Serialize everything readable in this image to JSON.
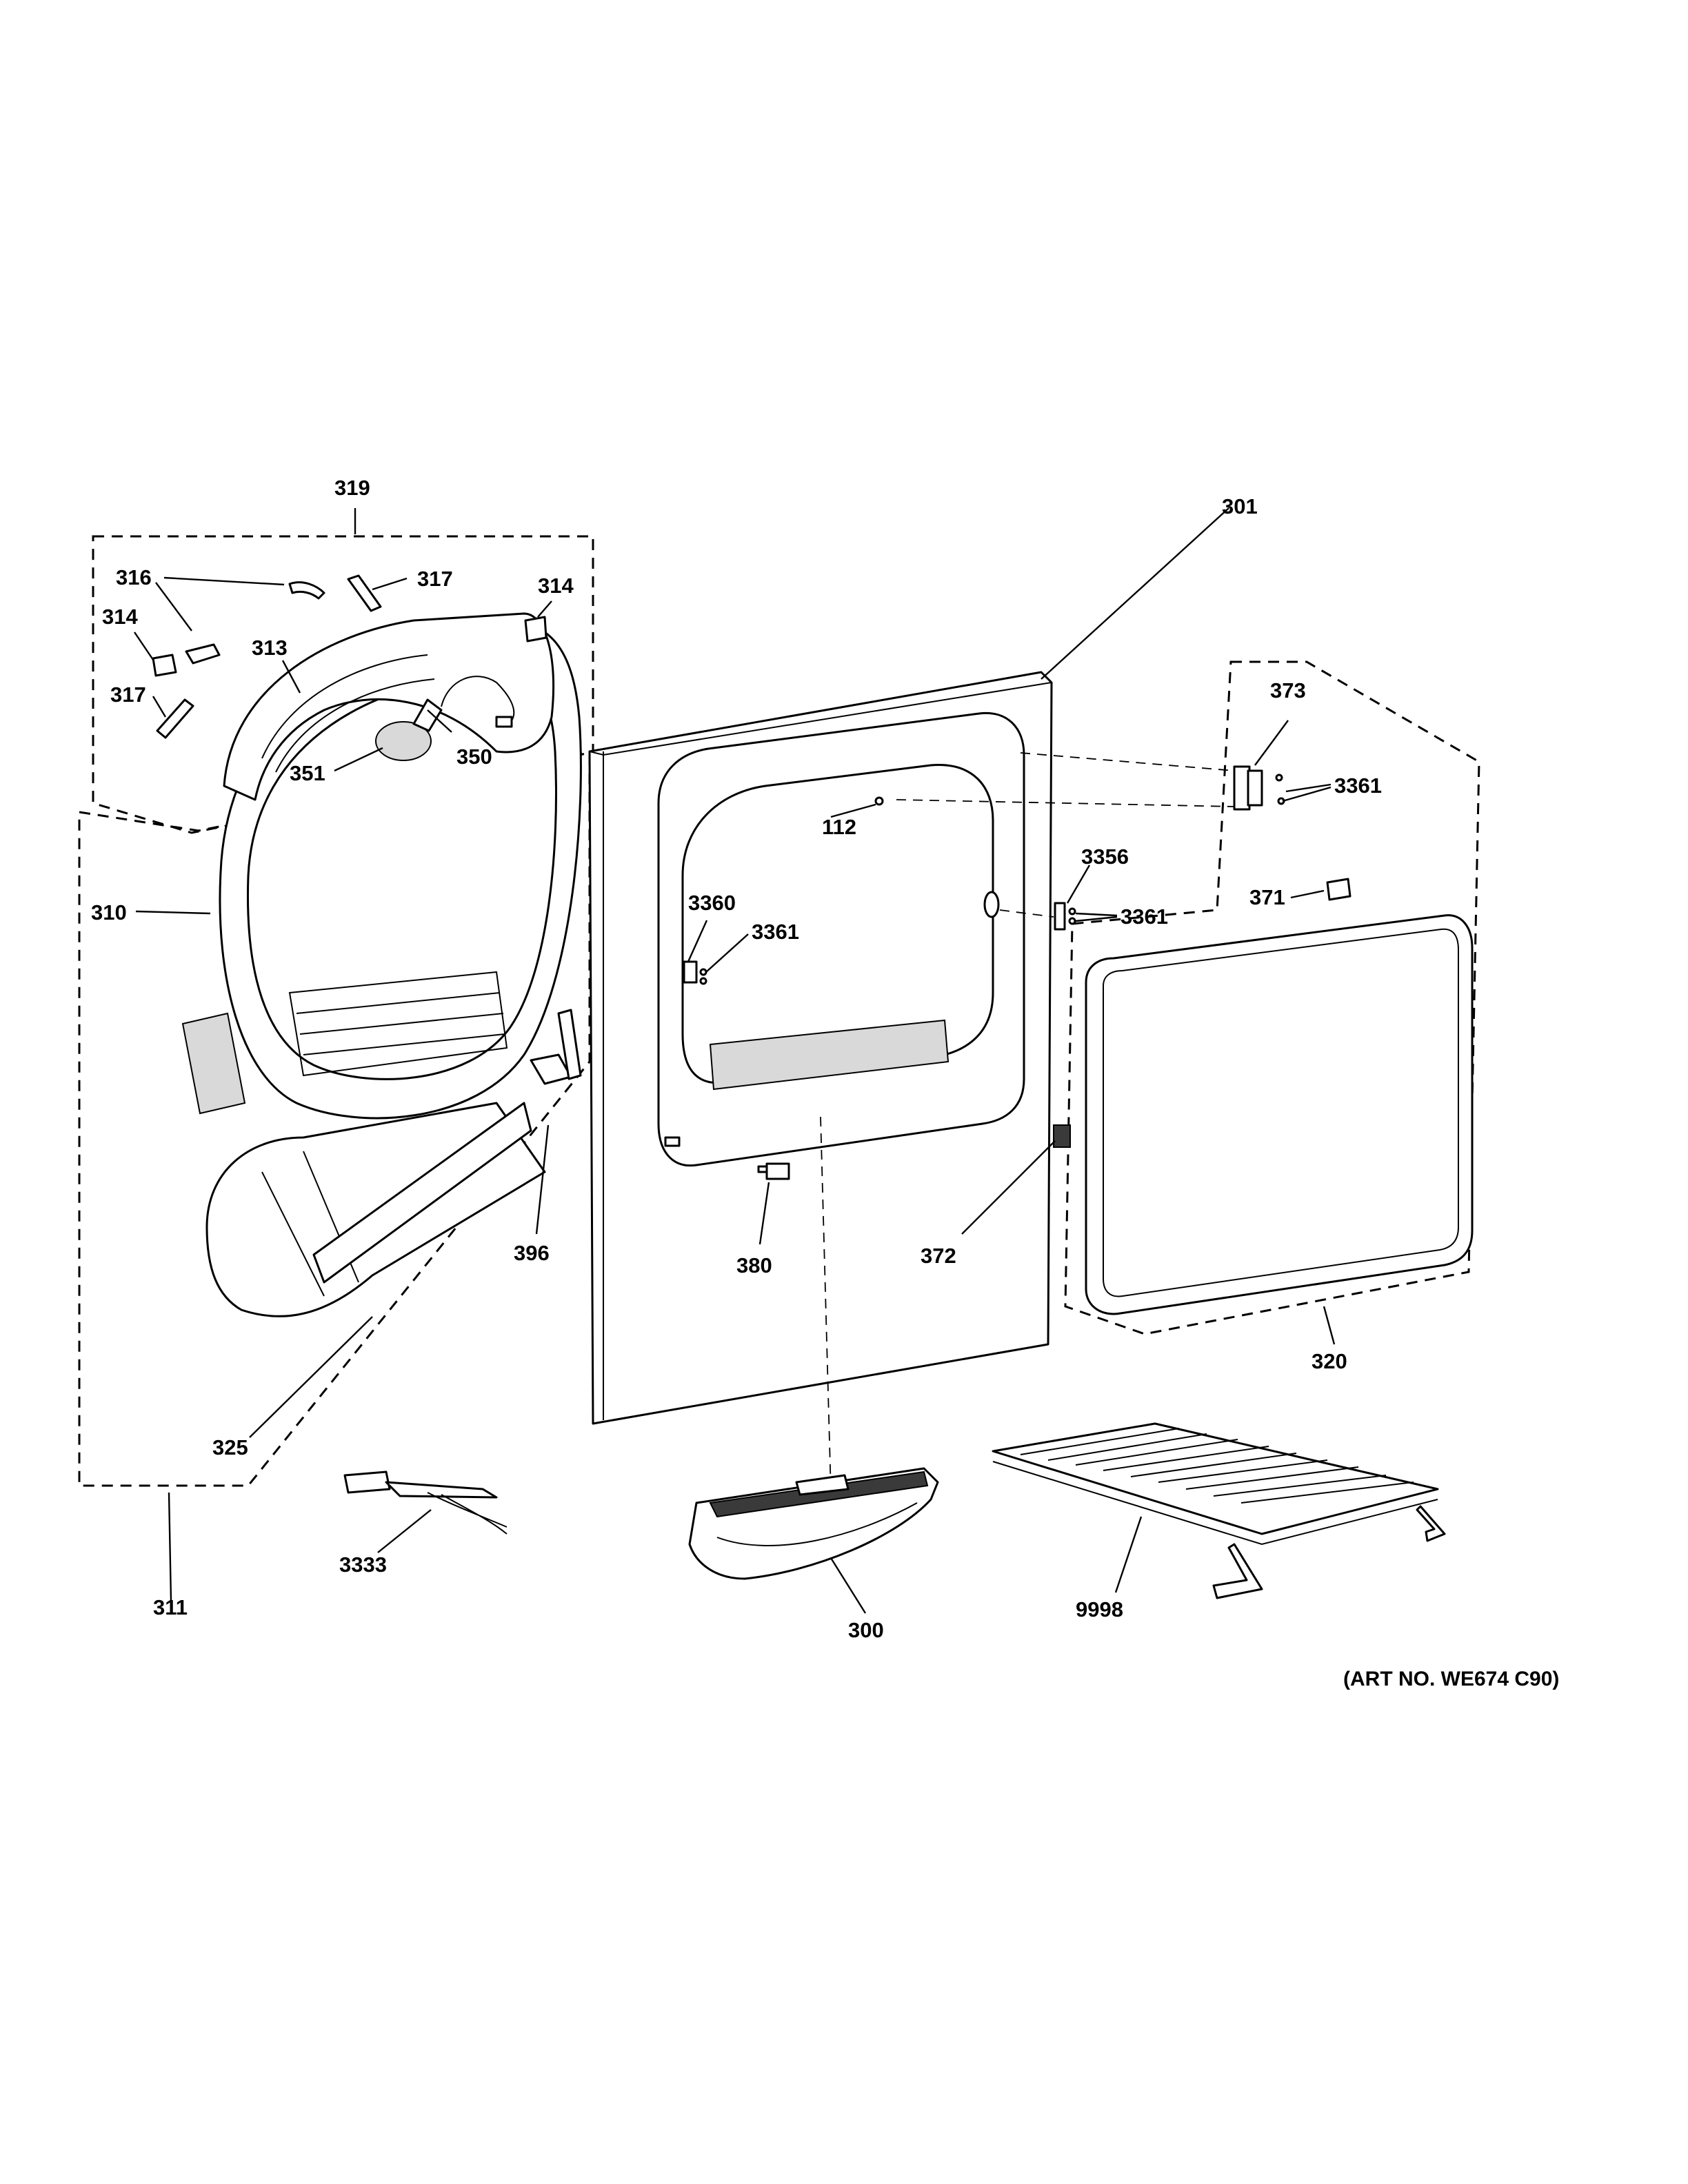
{
  "diagram": {
    "labels": {
      "p112": "112",
      "p300": "300",
      "p301": "301",
      "p310": "310",
      "p311": "311",
      "p313": "313",
      "p314a": "314",
      "p314b": "314",
      "p316": "316",
      "p317a": "317",
      "p317b": "317",
      "p319": "319",
      "p320": "320",
      "p325": "325",
      "p350": "350",
      "p351": "351",
      "p371": "371",
      "p372": "372",
      "p373": "373",
      "p380": "380",
      "p396": "396",
      "p3333": "3333",
      "p3356": "3356",
      "p3360": "3360",
      "p3361a": "3361",
      "p3361b": "3361",
      "p3361c": "3361",
      "p9998": "9998"
    },
    "art_number": "(ART NO. WE674 C90)"
  }
}
